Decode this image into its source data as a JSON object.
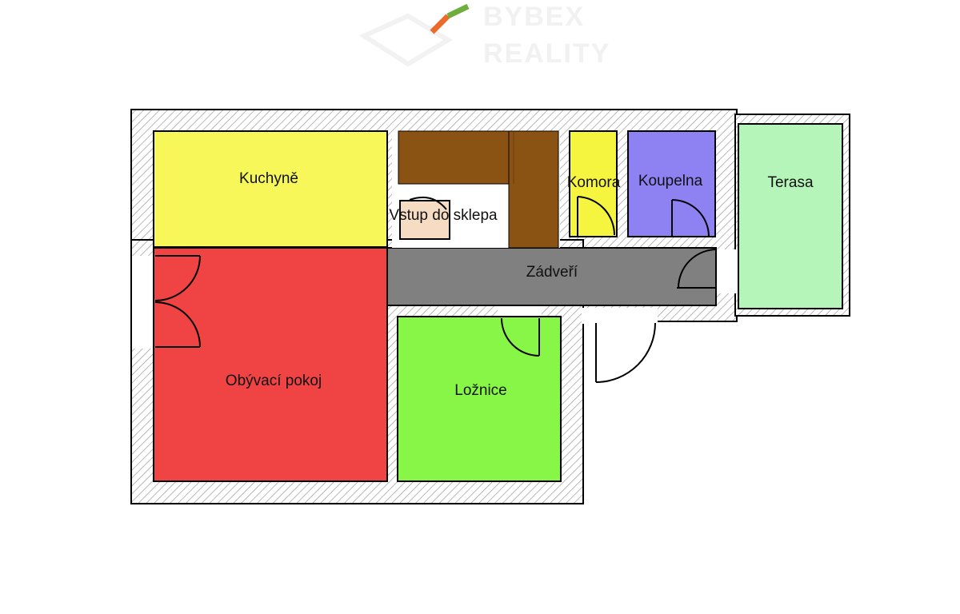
{
  "watermark": {
    "line1": "BYBEX",
    "line2": "REALITY"
  },
  "rooms": {
    "kitchen": {
      "label": "Kuchyně",
      "color": "#f7f75a"
    },
    "cellar_entry": {
      "label": "Vstup do sklepa",
      "color": "#f7dcc4"
    },
    "pantry": {
      "label": "Komora",
      "color": "#f5f540"
    },
    "bathroom": {
      "label": "Koupelna",
      "color": "#8e82f3"
    },
    "terrace": {
      "label": "Terasa",
      "color": "#b5f5b9"
    },
    "hallway": {
      "label": "Zádveří",
      "color": "#808080"
    },
    "living_room": {
      "label": "Obývací pokoj",
      "color": "#f04343"
    },
    "bedroom": {
      "label": "Ložnice",
      "color": "#88f646"
    }
  },
  "counter_color": "#8b5313",
  "wall_color": "#000000"
}
